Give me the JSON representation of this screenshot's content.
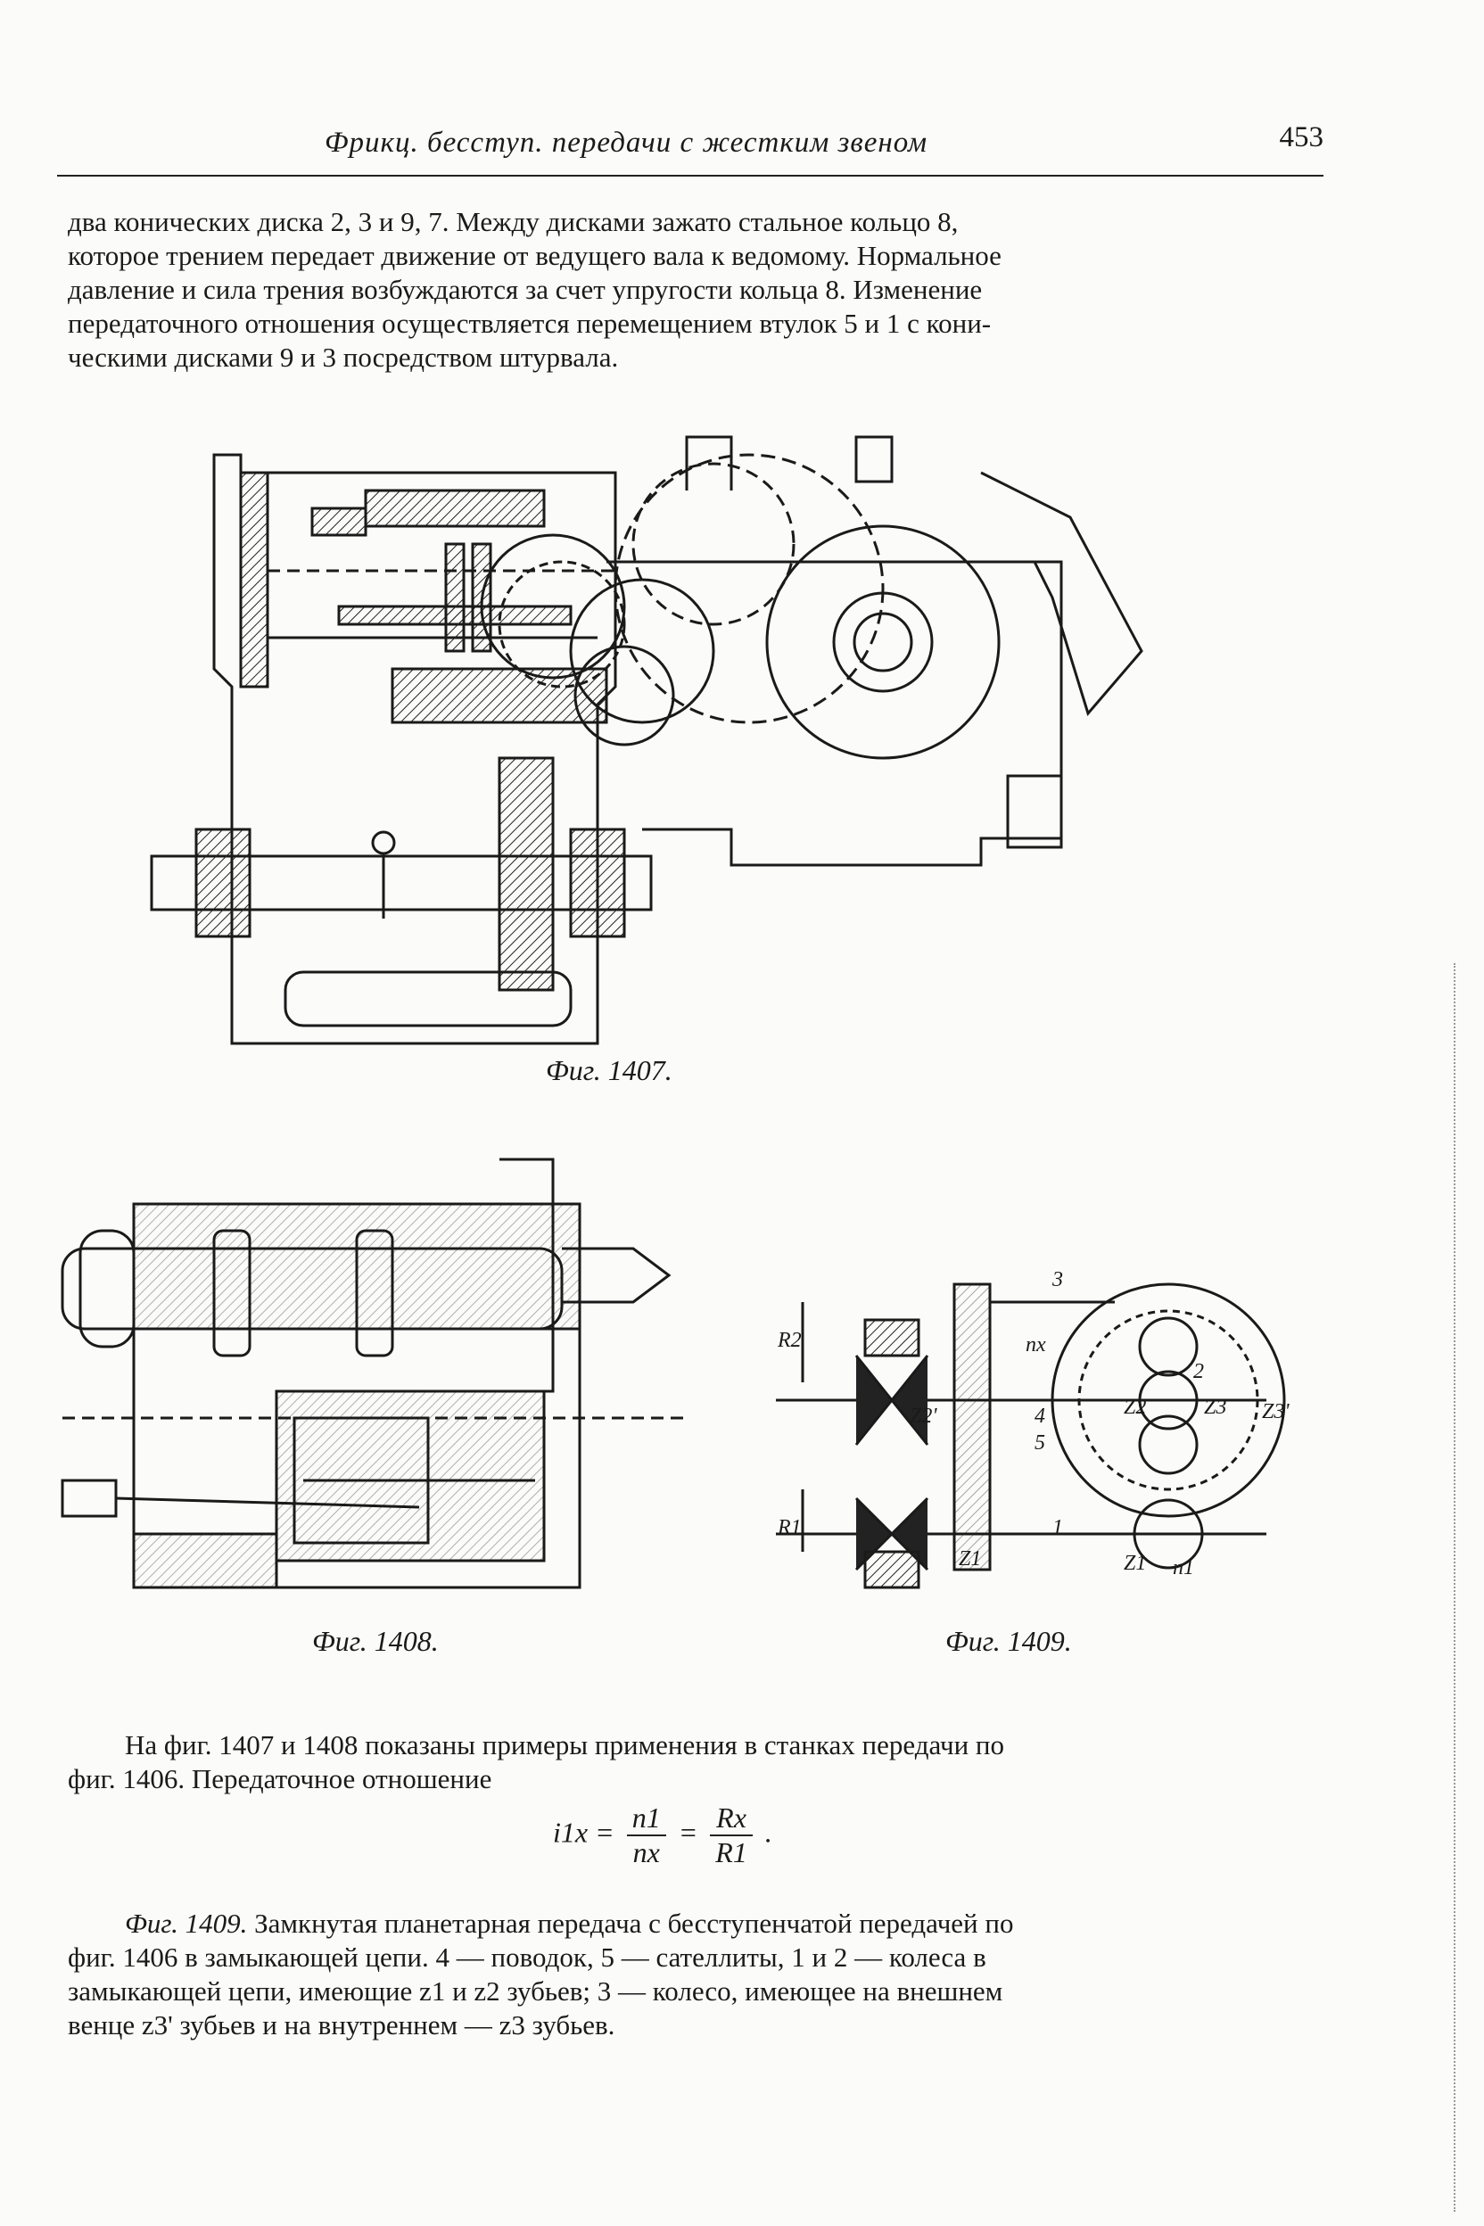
{
  "header": {
    "running_title": "Фрикц. бесступ. передачи с жестким звеном",
    "page_number": "453"
  },
  "intro_paragraph": [
    "два конических диска 2, 3 и 9, 7. Между дисками зажато стальное кольцо 8,",
    "которое трением передает движение от ведущего вала к ведомому. Нормальное",
    "давление и сила трения возбуждаются за счет упругости кольца 8. Изменение",
    "передаточного отношения осуществляется перемещением втулок 5 и 1 с кони-",
    "ческими дисками 9 и 3 посредством штурвала."
  ],
  "figures": {
    "fig1407": {
      "caption": "Фиг. 1407."
    },
    "fig1408": {
      "caption": "Фиг. 1408."
    },
    "fig1409": {
      "caption": "Фиг. 1409.",
      "labels": [
        "3",
        "R2",
        "nx",
        "2",
        "Z2'",
        "Z2",
        "Z3",
        "Z3'",
        "4",
        "5",
        "R1",
        "1",
        "Z1",
        "Z1",
        "n1"
      ]
    }
  },
  "body_paragraph": [
    "На фиг. 1407 и 1408 показаны примеры применения в станках передачи по",
    "фиг. 1406. Передаточное отношение"
  ],
  "formula": {
    "lhs": "i1x",
    "frac1_num": "n1",
    "frac1_den": "nx",
    "frac2_num": "Rx",
    "frac2_den": "R1"
  },
  "caption_paragraph": {
    "lead": "Фиг. 1409.",
    "lines": [
      "Замкнутая планетарная передача с бесступенчатой передачей по",
      "фиг. 1406 в замыкающей цепи. 4 — поводок, 5 — сателлиты, 1 и 2 — колеса в",
      "замыкающей цепи, имеющие z1 и z2 зубьев; 3 — колесо, имеющее на внешнем",
      "венце z3' зубьев и на внутреннем — z3 зубьев."
    ]
  }
}
